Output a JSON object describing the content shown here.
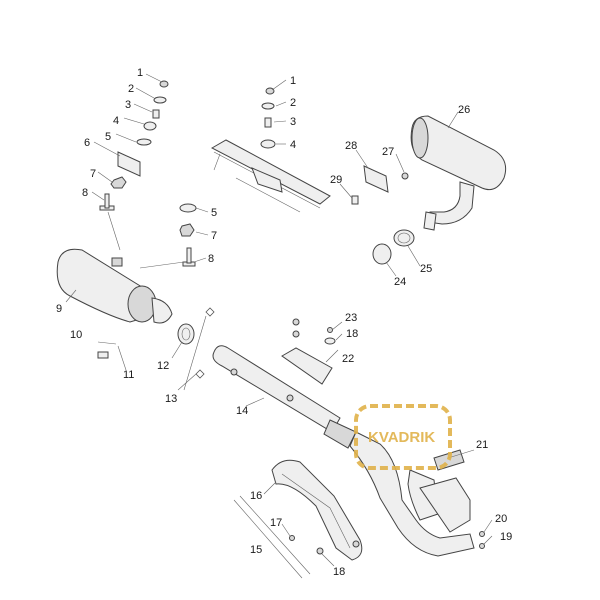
{
  "diagram": {
    "part_labels": [
      "1",
      "2",
      "3",
      "4",
      "5",
      "6",
      "7",
      "8",
      "9",
      "10",
      "11",
      "12",
      "13",
      "14",
      "15",
      "16",
      "17",
      "18",
      "19",
      "20",
      "21",
      "22",
      "23",
      "24",
      "25",
      "26",
      "27",
      "28",
      "29"
    ],
    "callouts": [
      {
        "id": "c1a",
        "text": "1"
      },
      {
        "id": "c2a",
        "text": "2"
      },
      {
        "id": "c3a",
        "text": "3"
      },
      {
        "id": "c4a",
        "text": "4"
      },
      {
        "id": "c5a",
        "text": "5"
      },
      {
        "id": "c6",
        "text": "6"
      },
      {
        "id": "c7a",
        "text": "7"
      },
      {
        "id": "c8a",
        "text": "8"
      },
      {
        "id": "c1b",
        "text": "1"
      },
      {
        "id": "c2b",
        "text": "2"
      },
      {
        "id": "c3b",
        "text": "3"
      },
      {
        "id": "c4b",
        "text": "4"
      },
      {
        "id": "c5b",
        "text": "5"
      },
      {
        "id": "c7b",
        "text": "7"
      },
      {
        "id": "c8b",
        "text": "8"
      },
      {
        "id": "c9",
        "text": "9"
      },
      {
        "id": "c10",
        "text": "10"
      },
      {
        "id": "c11",
        "text": "11"
      },
      {
        "id": "c12",
        "text": "12"
      },
      {
        "id": "c13",
        "text": "13"
      },
      {
        "id": "c14",
        "text": "14"
      },
      {
        "id": "c15",
        "text": "15"
      },
      {
        "id": "c16",
        "text": "16"
      },
      {
        "id": "c17",
        "text": "17"
      },
      {
        "id": "c18a",
        "text": "18"
      },
      {
        "id": "c18b",
        "text": "18"
      },
      {
        "id": "c19",
        "text": "19"
      },
      {
        "id": "c20",
        "text": "20"
      },
      {
        "id": "c21",
        "text": "21"
      },
      {
        "id": "c22",
        "text": "22"
      },
      {
        "id": "c23",
        "text": "23"
      },
      {
        "id": "c24",
        "text": "24"
      },
      {
        "id": "c25",
        "text": "25"
      },
      {
        "id": "c26",
        "text": "26"
      },
      {
        "id": "c27",
        "text": "27"
      },
      {
        "id": "c28",
        "text": "28"
      },
      {
        "id": "c29",
        "text": "29"
      }
    ]
  },
  "watermark": {
    "text": "KVADRIK",
    "color": "#e0b24a"
  }
}
